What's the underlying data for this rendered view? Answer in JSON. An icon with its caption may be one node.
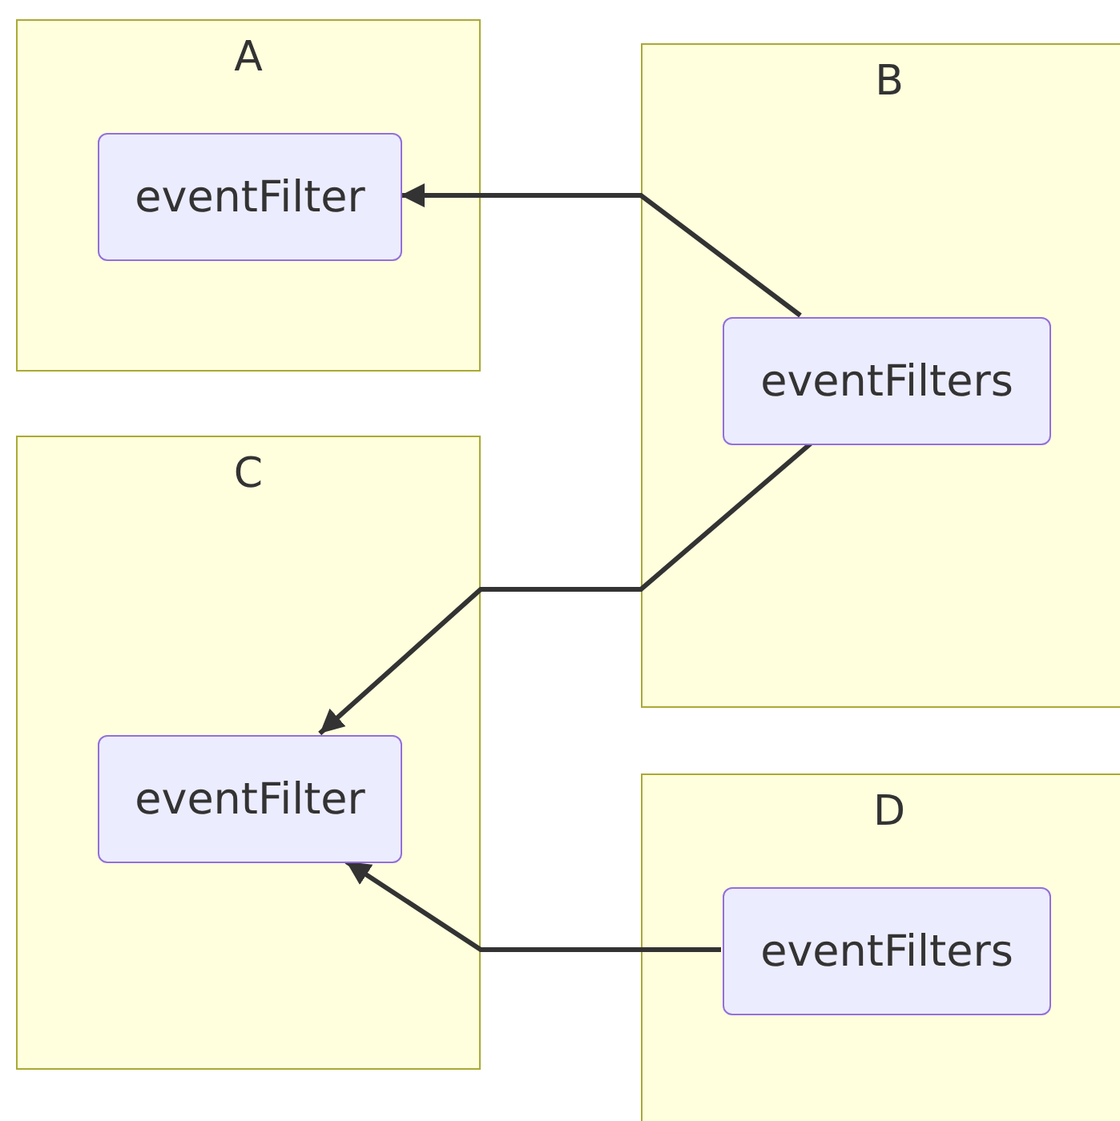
{
  "diagram": {
    "nodes": [
      {
        "text": [
          "A"
        ]
      },
      {
        "text": [
          "eventFilter"
        ],
        "in": 0
      },
      {
        "text": [
          "B"
        ]
      },
      {
        "text": [
          "eventFilters"
        ],
        "in": 2
      },
      {
        "text": [
          "C"
        ]
      },
      {
        "text": [
          "eventFilter"
        ],
        "in": 4
      },
      {
        "text": [
          "D"
        ]
      },
      {
        "text": [
          "eventFilters"
        ],
        "in": 6
      }
    ],
    "edges": [
      {
        "from": 3,
        "to": 1,
        "arrow": "to"
      },
      {
        "from": 3,
        "to": 5,
        "arrow": "to"
      },
      {
        "from": 7,
        "to": 5,
        "arrow": "to"
      }
    ]
  }
}
